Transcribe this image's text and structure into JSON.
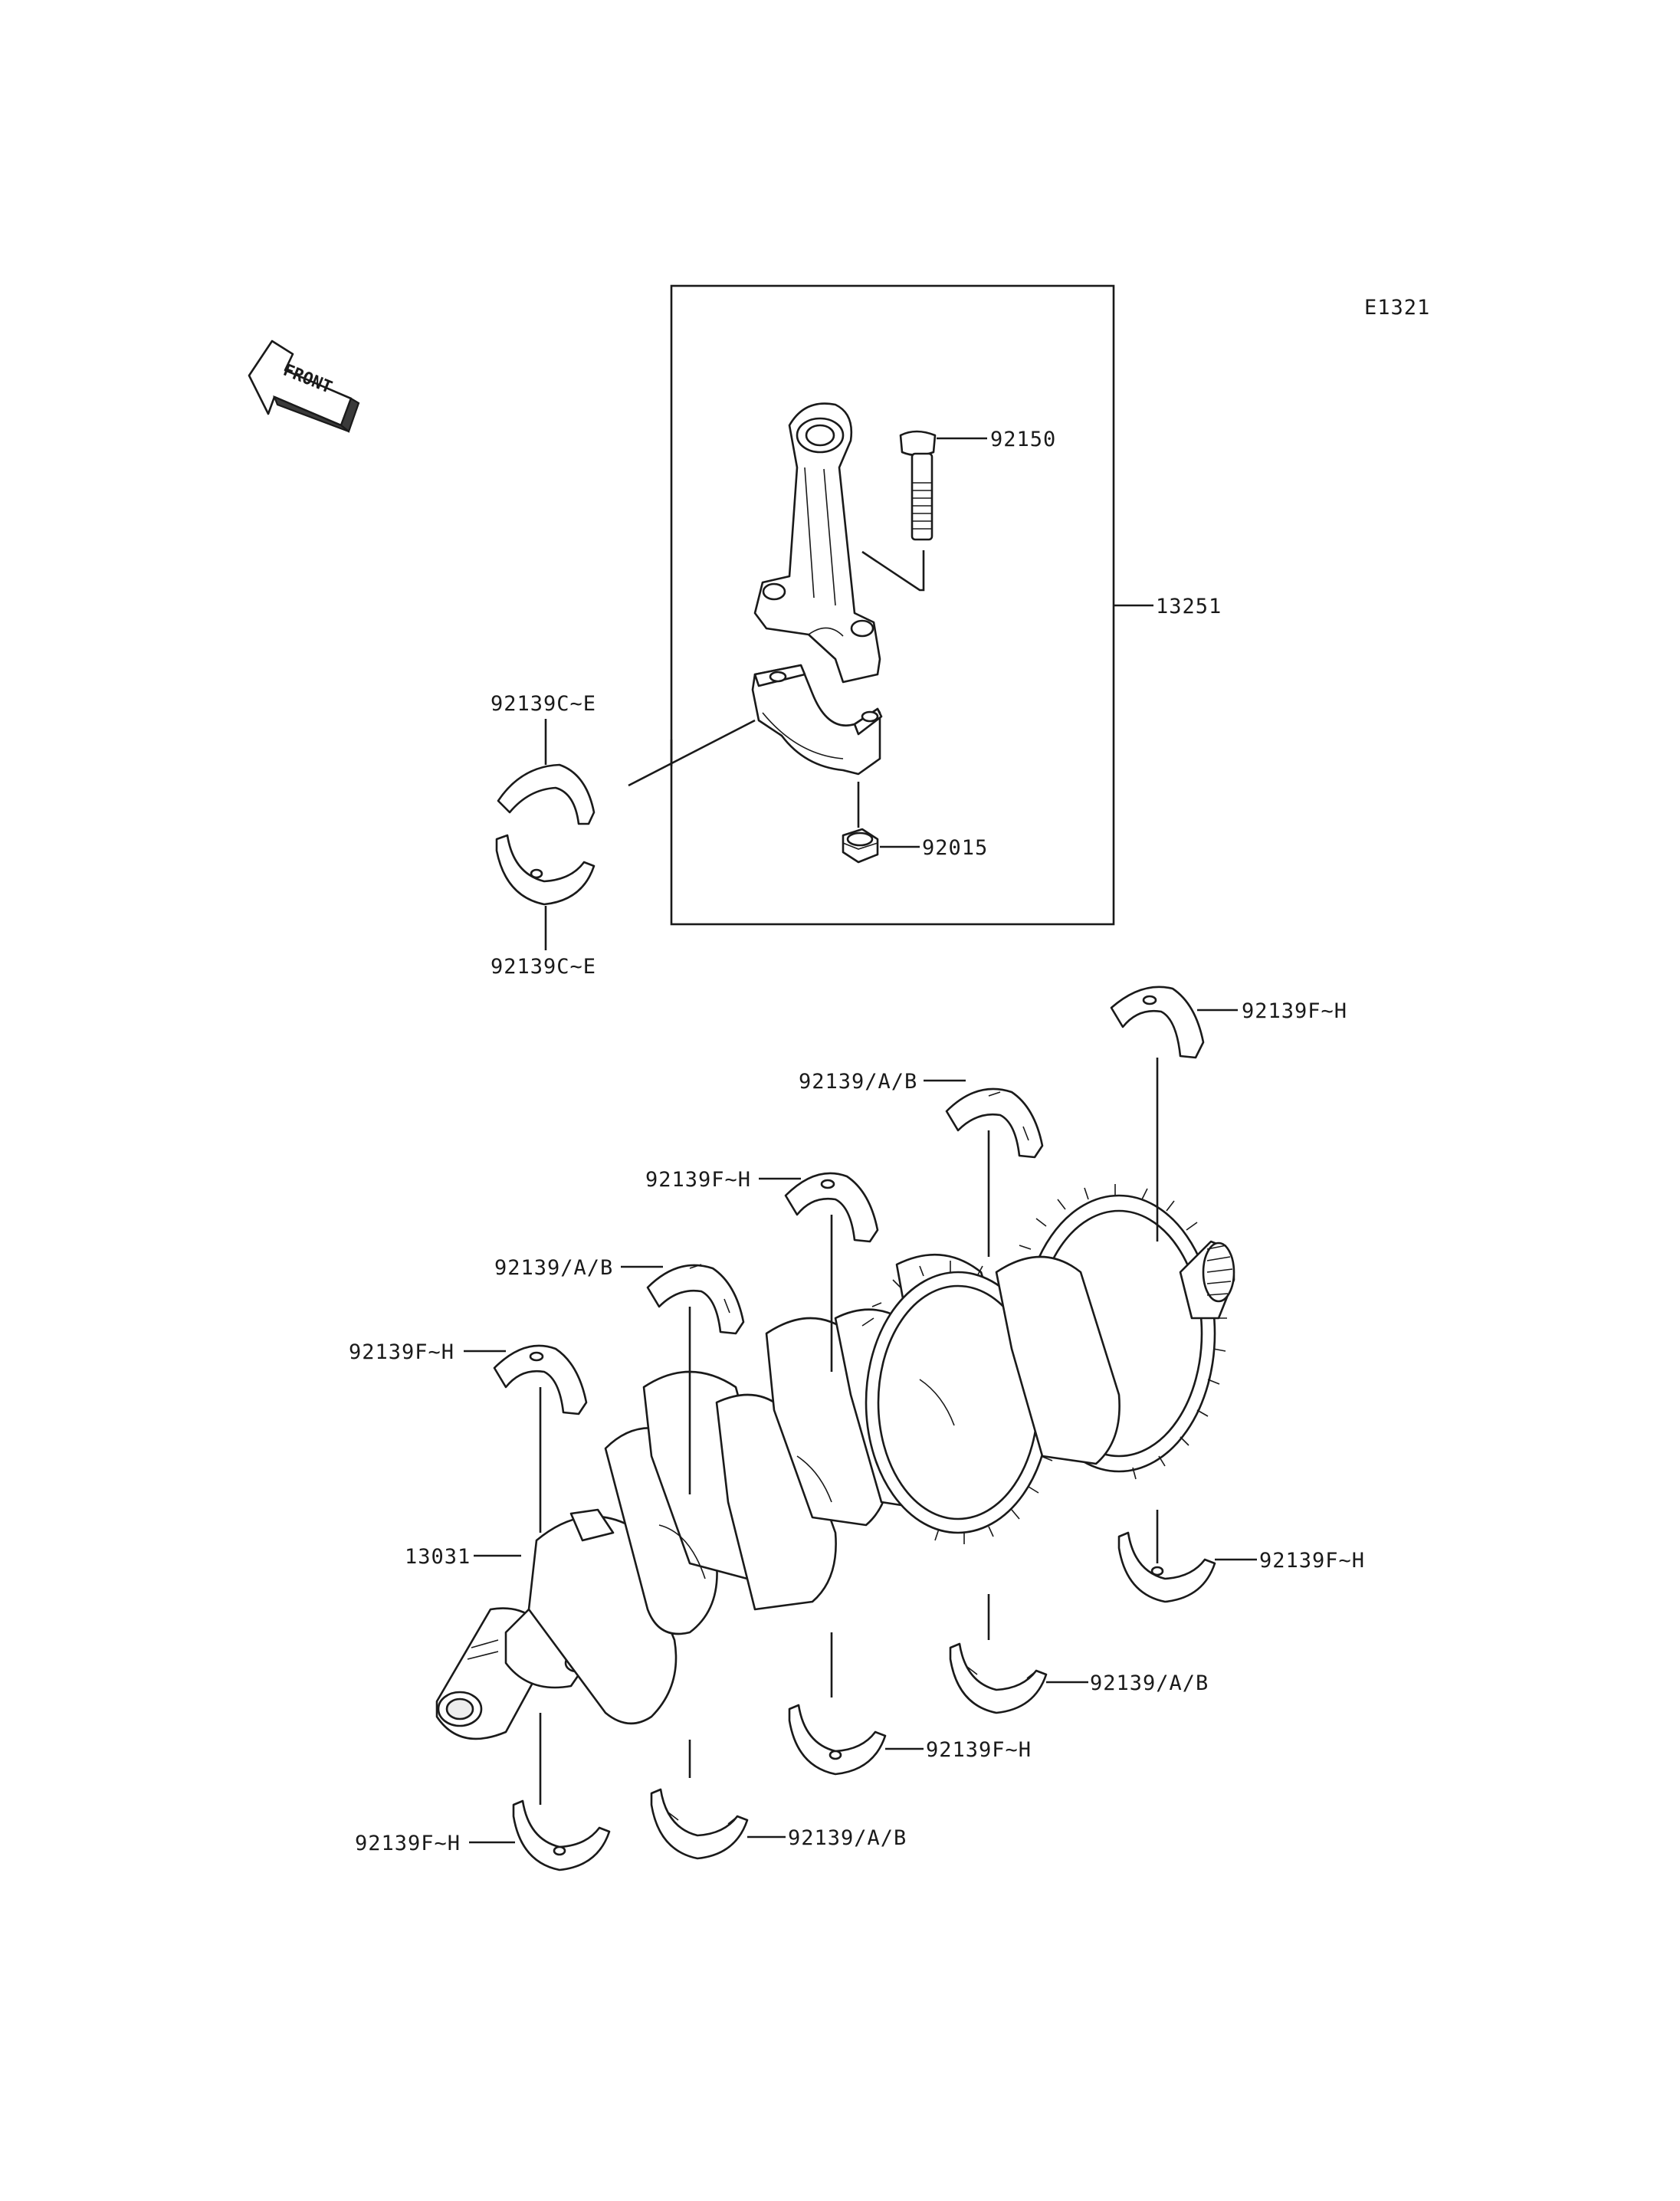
{
  "diagram": {
    "code": "E1321",
    "front_arrow_text": "FRONT",
    "callouts": [
      {
        "id": "c-92150",
        "label": "92150"
      },
      {
        "id": "c-13251",
        "label": "13251"
      },
      {
        "id": "c-92015",
        "label": "92015"
      },
      {
        "id": "c-92139ce-top",
        "label": "92139C~E"
      },
      {
        "id": "c-92139ce-bottom",
        "label": "92139C~E"
      },
      {
        "id": "c-92139fh-topright",
        "label": "92139F~H"
      },
      {
        "id": "c-92139ab-1",
        "label": "92139/A/B"
      },
      {
        "id": "c-92139fh-2",
        "label": "92139F~H"
      },
      {
        "id": "c-92139ab-2",
        "label": "92139/A/B"
      },
      {
        "id": "c-92139fh-3",
        "label": "92139F~H"
      },
      {
        "id": "c-13031",
        "label": "13031"
      },
      {
        "id": "c-92139fh-right",
        "label": "92139F~H"
      },
      {
        "id": "c-92139ab-right",
        "label": "92139/A/B"
      },
      {
        "id": "c-92139fh-bottom-mid",
        "label": "92139F~H"
      },
      {
        "id": "c-92139ab-bottom",
        "label": "92139/A/B"
      },
      {
        "id": "c-92139fh-bottom-left",
        "label": "92139F~H"
      }
    ]
  }
}
